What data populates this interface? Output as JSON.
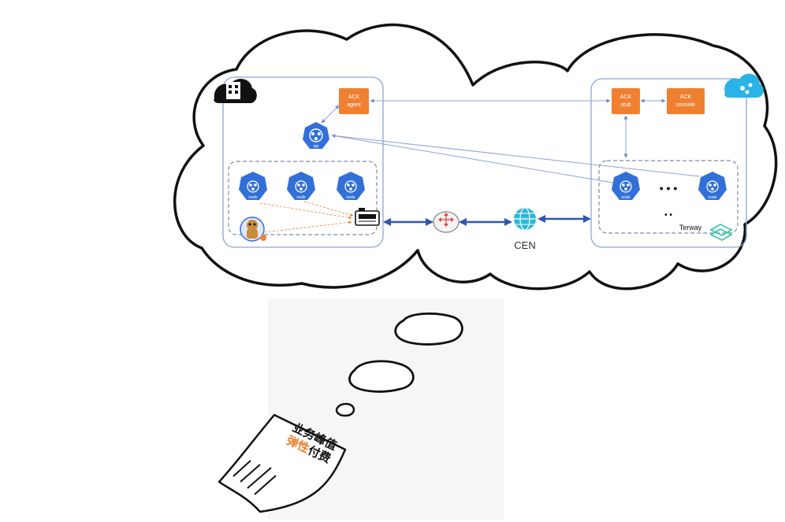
{
  "diagram": {
    "ack_agent": {
      "line1": "ACK",
      "line2": "agent"
    },
    "ack_stub": {
      "line1": "ACK",
      "line2": "stub"
    },
    "ack_console": {
      "line1": "ACK",
      "line2": "console"
    },
    "api_label": "api",
    "node_label": "node",
    "ellipsis": "• • •",
    "ellipsis_small": "• •",
    "cen_label": "CEN",
    "terway_label": "Terway",
    "paper": {
      "line1": "业务峰值",
      "line2_highlight": "弹性",
      "line2_rest": "付费"
    },
    "colors": {
      "ack_box": "#f08030",
      "k8s_blue": "#3270d8",
      "link_blue": "#4a73c2",
      "highlight_orange": "#f08030",
      "aliyun_cloud": "#2bb3e6"
    }
  }
}
